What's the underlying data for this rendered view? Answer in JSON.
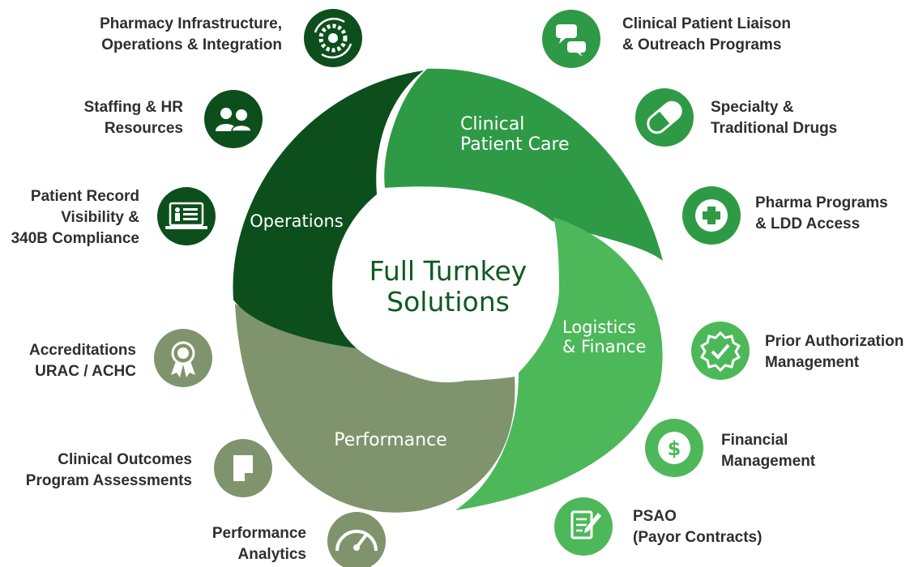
{
  "center": {
    "line1": "Full Turnkey",
    "line2": "Solutions"
  },
  "segments": [
    {
      "lines": [
        "Clinical",
        "Patient Care"
      ],
      "color": "#2e9a45"
    },
    {
      "lines": [
        "Logistics",
        "& Finance"
      ],
      "color": "#4db85a"
    },
    {
      "lines": [
        "Performance"
      ],
      "color": "#7f946c"
    },
    {
      "lines": [
        "Operations"
      ],
      "color": "#0d4f1c"
    }
  ],
  "services_right": [
    {
      "lines": [
        "Clinical Patient Liaison",
        "& Outreach Programs"
      ],
      "icon": "chat-bubbles-icon"
    },
    {
      "lines": [
        "Specialty &",
        "Traditional Drugs"
      ],
      "icon": "pill-capsule-icon"
    },
    {
      "lines": [
        "Pharma Programs",
        "& LDD Access"
      ],
      "icon": "medical-cross-icon"
    },
    {
      "lines": [
        "Prior Authorization",
        "Management"
      ],
      "icon": "verified-badge-icon"
    },
    {
      "lines": [
        "Financial",
        "Management"
      ],
      "icon": "dollar-coin-icon"
    },
    {
      "lines": [
        "PSAO",
        "(Payor Contracts)"
      ],
      "icon": "contract-document-icon"
    }
  ],
  "services_left": [
    {
      "lines": [
        "Pharmacy Infrastructure,",
        "Operations & Integration"
      ],
      "icon": "gear-cycle-icon"
    },
    {
      "lines": [
        "Staffing & HR",
        "Resources"
      ],
      "icon": "people-icon"
    },
    {
      "lines": [
        "Patient Record",
        "Visibility &",
        "340B Compliance"
      ],
      "icon": "patient-record-screen-icon"
    },
    {
      "lines": [
        "Accreditations",
        "URAC / ACHC"
      ],
      "icon": "award-ribbon-icon"
    },
    {
      "lines": [
        "Clinical Outcomes",
        "Program Assessments"
      ],
      "icon": "document-page-icon"
    },
    {
      "lines": [
        "Performance",
        "Analytics"
      ],
      "icon": "speedometer-icon"
    }
  ],
  "colors": {
    "dark_green": "#0d4f1c",
    "green": "#2e9a45",
    "light_green": "#4db85a",
    "olive": "#7f946c",
    "center_text": "#0d5a1f",
    "label_text": "#2f2f2f"
  }
}
